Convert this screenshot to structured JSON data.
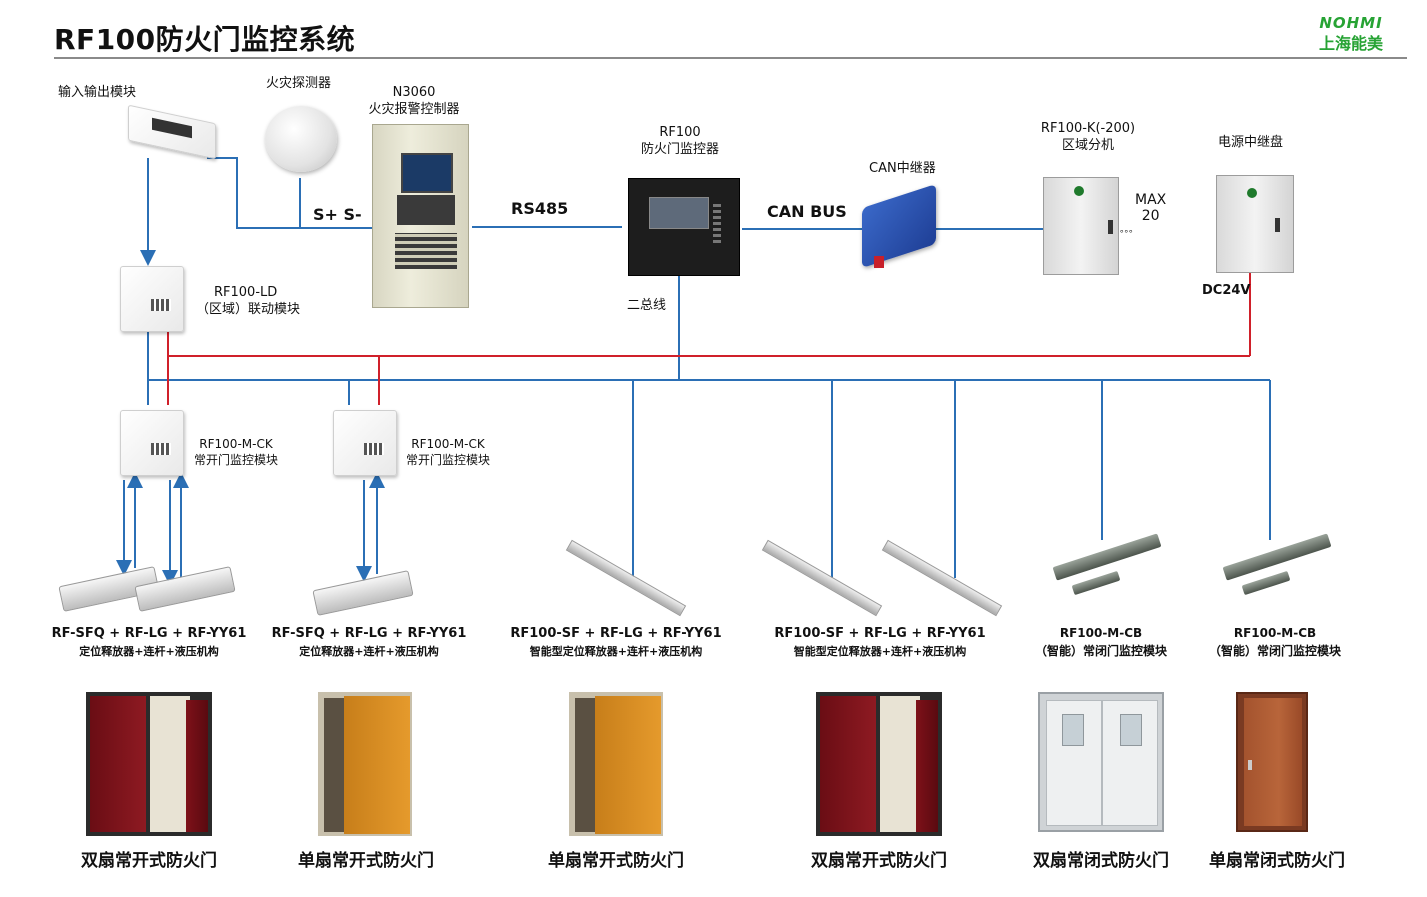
{
  "header": {
    "title": "RF100防火门监控系统"
  },
  "brand": {
    "name_en": "NOHMI",
    "name_cn": "上海能美"
  },
  "colors": {
    "bus_blue": "#2b6fb5",
    "power_red": "#d0202a",
    "brand_green": "#27a334"
  },
  "devices": {
    "io_module": {
      "label": "输入输出模块"
    },
    "fire_detector": {
      "label": "火灾探测器"
    },
    "fire_alarm_panel": {
      "model": "N3060",
      "label": "火灾报警控制器"
    },
    "monitor": {
      "model": "RF100",
      "label": "防火门监控器"
    },
    "can_repeater": {
      "label": "CAN中继器"
    },
    "zone_extension": {
      "model": "RF100-K(-200)",
      "label": "区域分机",
      "max_label": "MAX",
      "max_value": "20",
      "ellipsis": "。。。"
    },
    "power_relay": {
      "label": "电源中继盘",
      "voltage": "DC24V"
    },
    "linkage_module": {
      "model": "RF100-LD",
      "label": "（区域）联动模块"
    },
    "ck_module_1": {
      "model": "RF100-M-CK",
      "label": "常开门监控模块"
    },
    "ck_module_2": {
      "model": "RF100-M-CK",
      "label": "常开门监控模块"
    }
  },
  "connections": {
    "s_terminals": "S+ S-",
    "rs485": "RS485",
    "can_bus": "CAN BUS",
    "two_wire": "二总线"
  },
  "products": [
    {
      "line1": "RF-SFQ + RF-LG + RF-YY61",
      "line2": "定位释放器+连杆+液压机构"
    },
    {
      "line1": "RF-SFQ + RF-LG + RF-YY61",
      "line2": "定位释放器+连杆+液压机构"
    },
    {
      "line1": "RF100-SF + RF-LG + RF-YY61",
      "line2": "智能型定位释放器+连杆+液压机构"
    },
    {
      "line1": "RF100-SF + RF-LG + RF-YY61",
      "line2": "智能型定位释放器+连杆+液压机构"
    },
    {
      "line1": "RF100-M-CB",
      "line2": "（智能）常闭门监控模块"
    },
    {
      "line1": "RF100-M-CB",
      "line2": "（智能）常闭门监控模块"
    }
  ],
  "doors": [
    {
      "caption": "双扇常开式防火门"
    },
    {
      "caption": "单扇常开式防火门"
    },
    {
      "caption": "单扇常开式防火门"
    },
    {
      "caption": "双扇常开式防火门"
    },
    {
      "caption": "双扇常闭式防火门"
    },
    {
      "caption": "单扇常闭式防火门"
    }
  ]
}
